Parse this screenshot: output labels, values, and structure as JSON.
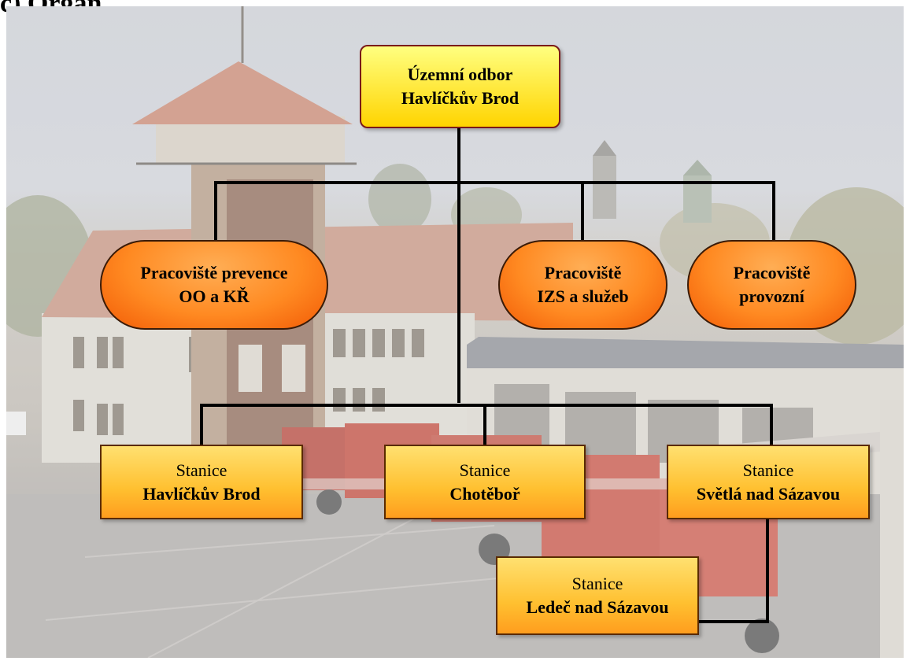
{
  "header": {
    "partial_text": "c) Organ"
  },
  "org_chart": {
    "root": {
      "line1": "Územní odbor",
      "line2": "Havlíčkův Brod"
    },
    "departments": [
      {
        "line1": "Pracoviště prevence",
        "line2": "OO a KŘ"
      },
      {
        "line1": "Pracoviště",
        "line2": "IZS a služeb"
      },
      {
        "line1": "Pracoviště",
        "line2": "provozní"
      }
    ],
    "stations": [
      {
        "line1": "Stanice",
        "line2": "Havlíčkův Brod"
      },
      {
        "line1": "Stanice",
        "line2": "Chotěboř"
      },
      {
        "line1": "Stanice",
        "line2": "Světlá nad Sázavou"
      },
      {
        "line1": "Stanice",
        "line2": "Ledeč nad Sázavou"
      }
    ]
  },
  "colors": {
    "root_fill": "#ffe040",
    "department_fill": "#ff8a22",
    "station_fill": "#ffc030",
    "connector": "#000000"
  },
  "background_image": "fire-station-building-photo"
}
